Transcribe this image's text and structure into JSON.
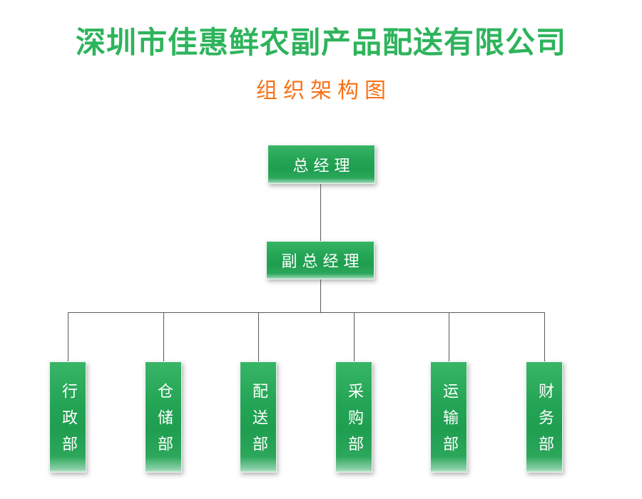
{
  "page": {
    "title": "深圳市佳惠鲜农副产品配送有限公司",
    "subtitle": "组织架构图"
  },
  "colors": {
    "title_green": "#2eb45c",
    "subtitle_orange": "#f97114",
    "node_gradient_top": "#38b567",
    "node_gradient_mid": "#1f9e50",
    "node_gradient_bottom_edge": "#c9ead7",
    "node_text": "#ffffff",
    "connector_gray": "#5a5a5a",
    "background": "#ffffff"
  },
  "org_chart": {
    "root": {
      "label": "总经理"
    },
    "deputy": {
      "label": "副总经理"
    },
    "departments": [
      {
        "label": "行政部"
      },
      {
        "label": "仓储部"
      },
      {
        "label": "配送部"
      },
      {
        "label": "采购部"
      },
      {
        "label": "运输部"
      },
      {
        "label": "财务部"
      }
    ]
  }
}
